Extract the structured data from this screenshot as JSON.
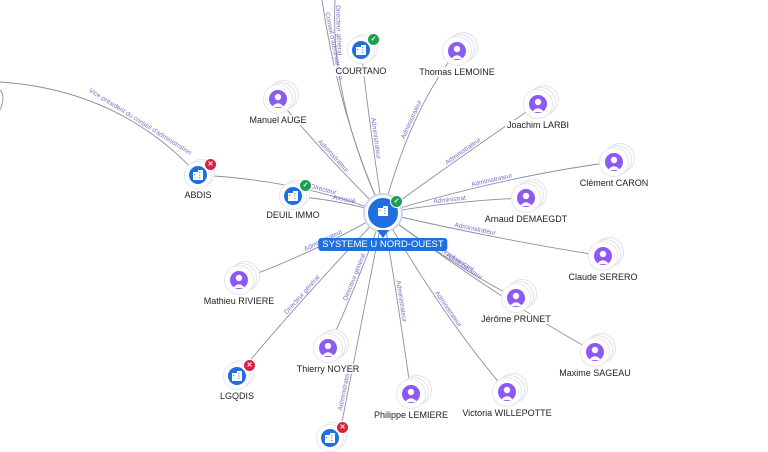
{
  "colors": {
    "edge": "#8a8fa3",
    "edge_label": "#7a6fc9",
    "company": "#1f6fe0",
    "person": "#8e59f3",
    "active": "#1e9e52",
    "closed": "#d8213f"
  },
  "center": {
    "name": "SYSTEME U NORD-OUEST",
    "icon": "building-icon",
    "status": "active"
  },
  "companies": [
    {
      "id": "courtano",
      "name": "COURTANO",
      "status": "active",
      "icon": "building-icon"
    },
    {
      "id": "deuil",
      "name": "DEUIL IMMO",
      "status": "active",
      "icon": "building-icon"
    },
    {
      "id": "abdis",
      "name": "ABDIS",
      "status": "closed",
      "icon": "building-icon"
    },
    {
      "id": "lgqdis",
      "name": "LGQDIS",
      "status": "closed",
      "icon": "building-icon"
    }
  ],
  "persons": [
    {
      "id": "lemoine",
      "name": "Thomas LEMOINE",
      "icon": "person-icon"
    },
    {
      "id": "auge",
      "name": "Manuel AUGE",
      "icon": "person-icon"
    },
    {
      "id": "larbi",
      "name": "Joachim LARBI",
      "icon": "person-icon"
    },
    {
      "id": "caron",
      "name": "Clément CARON",
      "icon": "person-icon"
    },
    {
      "id": "demaegdt",
      "name": "Arnaud DEMAEGDT",
      "icon": "person-icon"
    },
    {
      "id": "serero",
      "name": "Claude SERERO",
      "icon": "person-icon"
    },
    {
      "id": "riviere",
      "name": "Mathieu RIVIERE",
      "icon": "person-icon"
    },
    {
      "id": "prunet",
      "name": "Jérôme PRUNET",
      "icon": "person-icon"
    },
    {
      "id": "sageau",
      "name": "Maxime SAGEAU",
      "icon": "person-icon"
    },
    {
      "id": "noyer",
      "name": "Thierry NOYER",
      "icon": "person-icon"
    },
    {
      "id": "lemiere",
      "name": "Philippe LEMIERE",
      "icon": "person-icon"
    },
    {
      "id": "willepotte",
      "name": "Victoria WILLEPOTTE",
      "icon": "person-icon"
    }
  ],
  "edge_labels": [
    "Conseil d'administration",
    "Directeur général",
    "Administrateur",
    "Administrateur",
    "Administrateur",
    "Administrateur",
    "Vice-président du conseil d'administration",
    "Administrateur",
    "Directeur",
    "Associé",
    "Administrat",
    "Administrateur",
    "Administrateur",
    "Représentant",
    "Administrateur",
    "Directeur général",
    "Administrateur",
    "Directeur général",
    "Administrateur",
    "Administrateur"
  ]
}
